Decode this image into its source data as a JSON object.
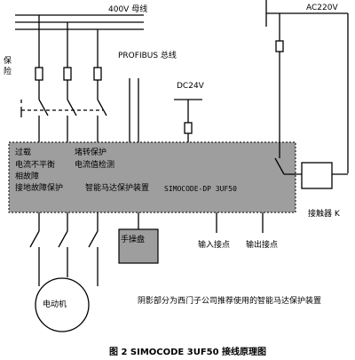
{
  "bus": {
    "main_label": "400V 母线",
    "ac_label": "AC220V",
    "profibus_label": "PROFIBUS 总线",
    "dc_label": "DC24V"
  },
  "fuse_label": "保险",
  "device": {
    "col1": [
      "过载",
      "电流不平衡",
      "相故障",
      "接地故障保护"
    ],
    "col2": [
      "堵转保护",
      "电流值检测"
    ],
    "name": "智能马达保护装置",
    "model": "SIMOCODE-DP 3UF50",
    "fill_color": "#9e9e9e"
  },
  "handheld_label": "手操盘",
  "input_label": "输入接点",
  "output_label": "输出接点",
  "contactor_label": "接触器 K",
  "motor_label": "电动机",
  "note": "阴影部分为西门子公司推荐使用的智能马达保护装置",
  "caption": "图 2 SIMOCODE 3UF50 接线原理图"
}
